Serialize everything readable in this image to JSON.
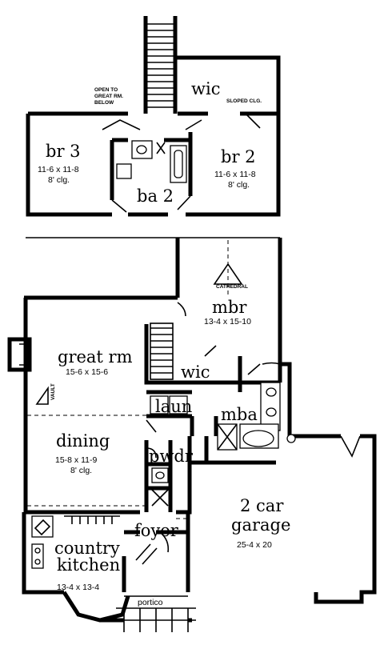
{
  "upper_floor": {
    "note_open": [
      "OPEN TO",
      "GREAT RM.",
      "BELOW"
    ],
    "wic": {
      "name": "wic",
      "note": "SLOPED CLG."
    },
    "br3": {
      "name": "br 3",
      "dims": "11-6 x 11-8",
      "ceiling": "8' clg."
    },
    "br2": {
      "name": "br 2",
      "dims": "11-6 x 11-8",
      "ceiling": "8' clg."
    },
    "ba2": {
      "name": "ba 2"
    }
  },
  "main_floor": {
    "cathedral_note": "CATHEDRAL",
    "vault_note": "VAULT",
    "mbr": {
      "name": "mbr",
      "dims": "13-4 x 15-10"
    },
    "great_rm": {
      "name": "great rm",
      "dims": "15-6 x 15-6"
    },
    "wic": {
      "name": "wic"
    },
    "laun": {
      "name": "laun"
    },
    "mba": {
      "name": "mba"
    },
    "dining": {
      "name": "dining",
      "dims": "15-8 x 11-9",
      "ceiling": "8' clg."
    },
    "pwdr": {
      "name": "pwdr"
    },
    "garage": {
      "name": [
        "2 car",
        "garage"
      ],
      "dims": "25-4 x 20"
    },
    "foyer": {
      "name": "foyer"
    },
    "kitchen": {
      "name": [
        "country",
        "kitchen"
      ],
      "dims": "13-4 x 13-4"
    },
    "portico": {
      "name": "portico"
    }
  }
}
